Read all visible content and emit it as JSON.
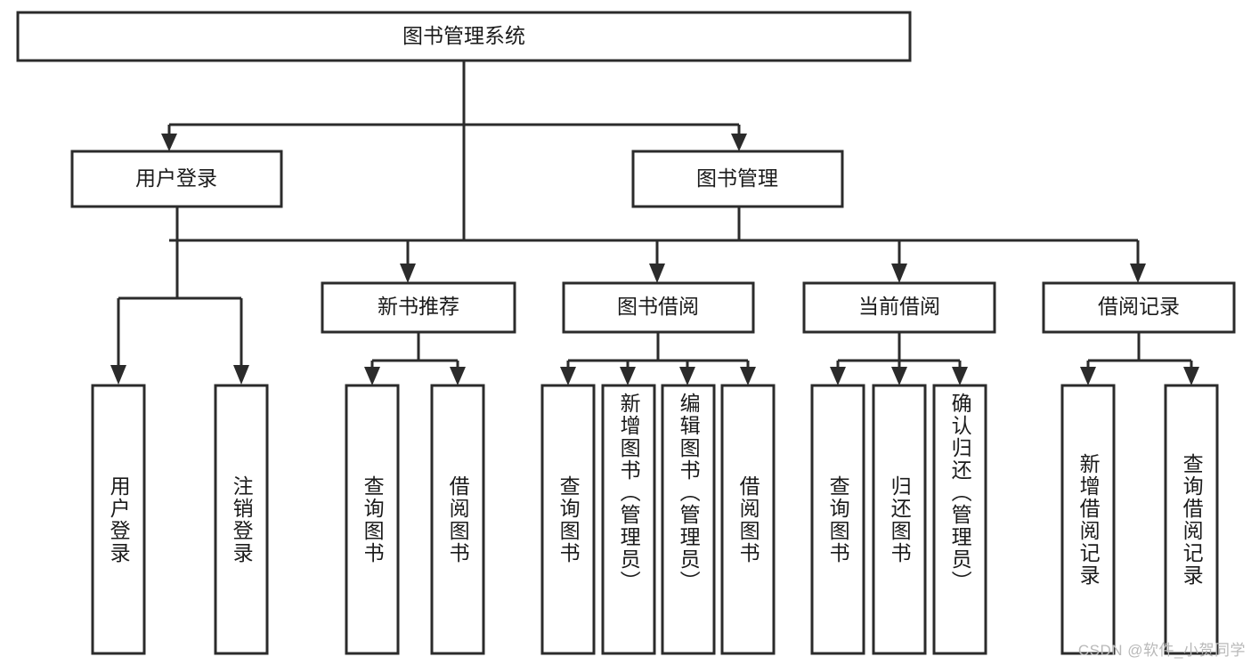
{
  "diagram": {
    "type": "hierarchy-tree",
    "title": "图书管理系统",
    "root": {
      "label": "图书管理系统"
    },
    "level1": [
      {
        "label": "用户登录"
      },
      {
        "label": "图书管理"
      }
    ],
    "level2": [
      {
        "label": "新书推荐"
      },
      {
        "label": "图书借阅"
      },
      {
        "label": "当前借阅"
      },
      {
        "label": "借阅记录"
      }
    ],
    "leaves": {
      "user_login": [
        {
          "label": "用户登录"
        },
        {
          "label": "注销登录"
        }
      ],
      "new_book_recommend": [
        {
          "label": "查询图书"
        },
        {
          "label": "借阅图书"
        }
      ],
      "book_borrow": [
        {
          "label": "查询图书"
        },
        {
          "label": "新增图书（管理员）"
        },
        {
          "label": "编辑图书（管理员）"
        },
        {
          "label": "借阅图书"
        }
      ],
      "current_borrow": [
        {
          "label": "查询图书"
        },
        {
          "label": "归还图书"
        },
        {
          "label": "确认归还（管理员）"
        }
      ],
      "borrow_record": [
        {
          "label": "新增借阅记录"
        },
        {
          "label": "查询借阅记录"
        }
      ]
    }
  },
  "watermark": {
    "text": "CSDN @软件_小贺同学"
  },
  "colors": {
    "stroke": "#2b2b2b",
    "fill": "#ffffff",
    "text": "#1b1b1b",
    "watermark": "#b9b9b9",
    "background": "#ffffff"
  }
}
